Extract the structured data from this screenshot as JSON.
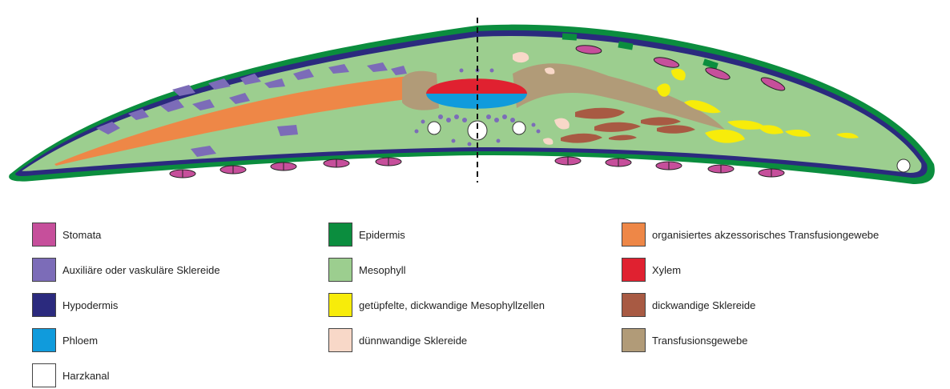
{
  "colors": {
    "epidermis": "#0b8d3e",
    "hypodermis": "#2b2a7e",
    "mesophyll": "#9cce8f",
    "stomata": "#c64f9b",
    "auxiliary_sclereid": "#7c6cb8",
    "phloem": "#109bdc",
    "xylem": "#e02130",
    "resin_canal": "#ffffff",
    "accessory_transfusion": "#ee8747",
    "thick_mesophyll": "#f7ec0a",
    "thin_sclereid": "#f8d8c8",
    "thick_sclereid": "#a85a43",
    "transfusion": "#b19b78"
  },
  "legend": {
    "col1": [
      {
        "key": "stomata",
        "label": "Stomata"
      },
      {
        "key": "auxiliary_sclereid",
        "label": "Auxiliäre oder vaskuläre Sklereide"
      },
      {
        "key": "hypodermis",
        "label": "Hypodermis"
      },
      {
        "key": "phloem",
        "label": "Phloem"
      },
      {
        "key": "resin_canal",
        "label": "Harzkanal"
      }
    ],
    "col2": [
      {
        "key": "epidermis",
        "label": "Epidermis"
      },
      {
        "key": "mesophyll",
        "label": "Mesophyll"
      },
      {
        "key": "thick_mesophyll",
        "label": "getüpfelte, dickwandige Mesophyllzellen"
      },
      {
        "key": "thin_sclereid",
        "label": "dünnwandige Sklereide"
      }
    ],
    "col3": [
      {
        "key": "accessory_transfusion",
        "label": "organisiertes akzessorisches Transfusiongewebe"
      },
      {
        "key": "xylem",
        "label": "Xylem"
      },
      {
        "key": "thick_sclereid",
        "label": "dickwandige Sklereide"
      },
      {
        "key": "transfusion",
        "label": "Transfusionsgewebe"
      }
    ]
  }
}
